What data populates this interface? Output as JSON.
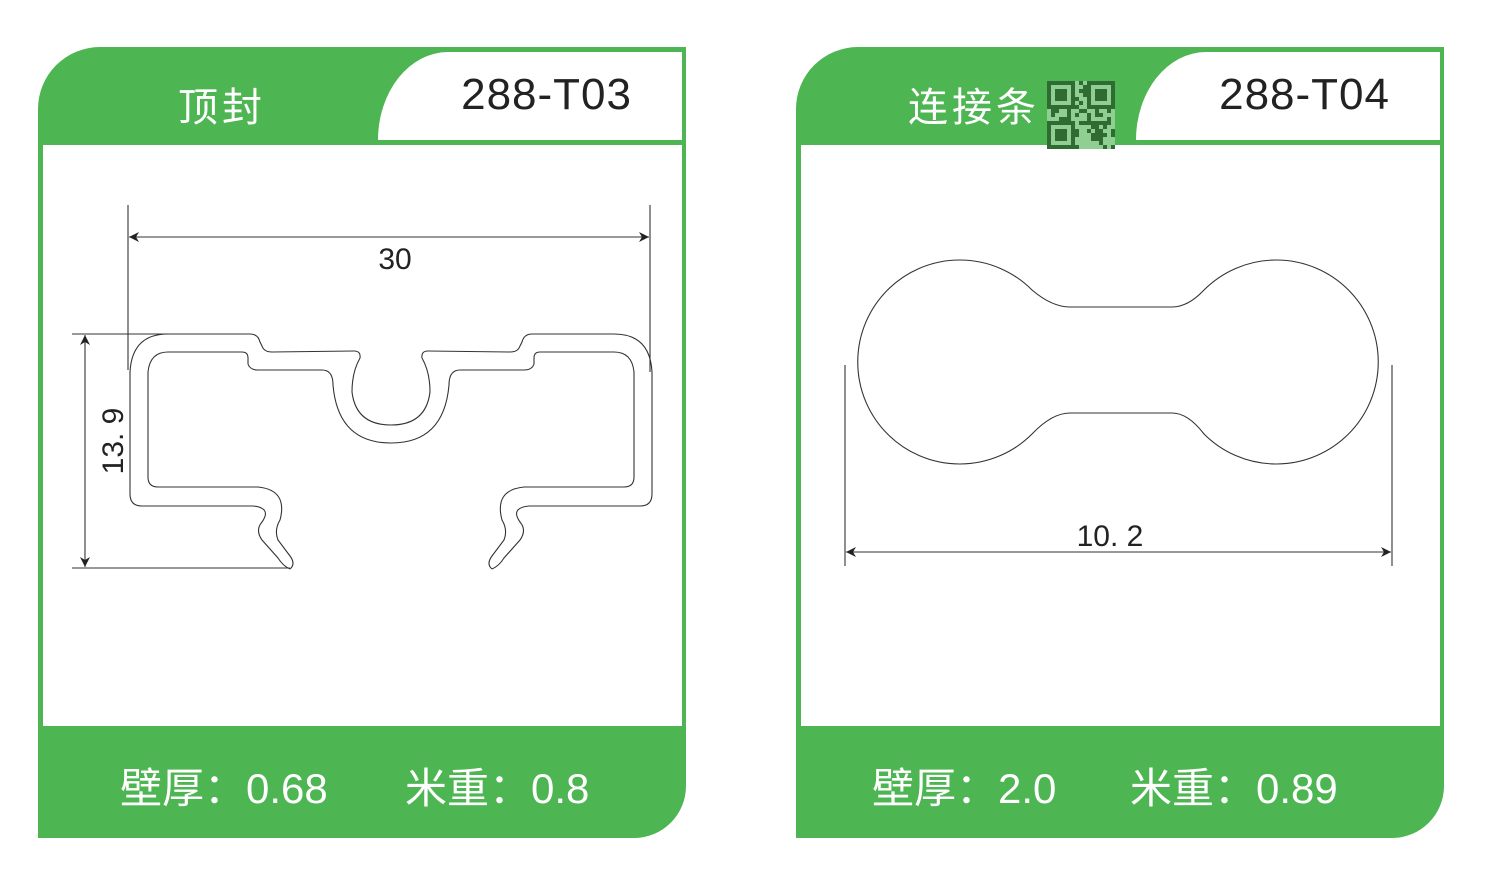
{
  "cards": [
    {
      "title": "顶封",
      "code": "288-T03",
      "wall_label": "壁厚：",
      "wall_value": "0.68",
      "weight_label": "米重：",
      "weight_value": "0.8",
      "dim_width": "30",
      "dim_height": "13. 9"
    },
    {
      "title": "连接条",
      "code": "288-T04",
      "wall_label": "壁厚：",
      "wall_value": "2.0",
      "weight_label": "米重：",
      "weight_value": "0.89",
      "dim_width": "10. 2"
    }
  ],
  "colors": {
    "brand_green": "#4db551"
  }
}
